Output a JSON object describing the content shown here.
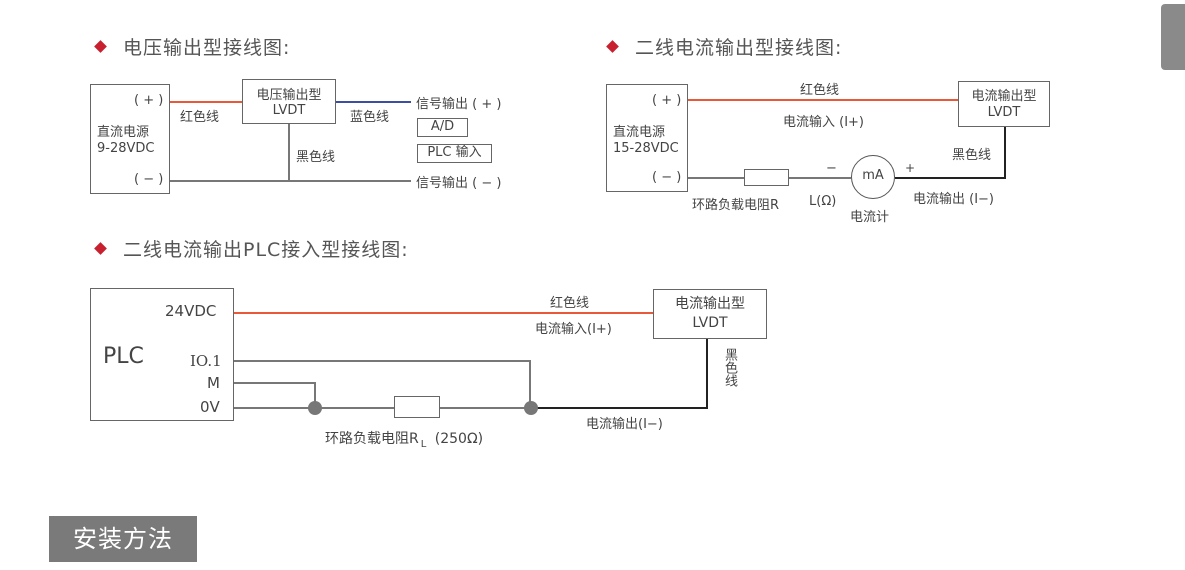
{
  "diagram1": {
    "heading": "电压输出型接线图:",
    "source_plus": "( + )",
    "source_name": "直流电源",
    "source_voltage": "9-28VDC",
    "source_minus": "( − )",
    "lvdt_title": "电压输出型",
    "lvdt_name": "LVDT",
    "red_wire": "红色线",
    "blue_wire": "蓝色线",
    "black_wire": "黑色线",
    "signal_plus": "信号输出 ( + )",
    "signal_minus": "信号输出 ( − )",
    "ad_box": "A/D",
    "plc_box": "PLC 输入"
  },
  "diagram2": {
    "heading": "二线电流输出型接线图:",
    "source_plus": "( + )",
    "source_name": "直流电源",
    "source_voltage": "15-28VDC",
    "source_minus": "( − )",
    "red_wire": "红色线",
    "current_in": "电流输入 (I+)",
    "lvdt_title": "电流输出型",
    "lvdt_name": "LVDT",
    "black_wire": "黑色线",
    "meter_minus": "−",
    "meter_plus": "+",
    "meter_label": "mA",
    "meter_name": "电流计",
    "load_resistor": "环路负载电阻R",
    "load_unit": "L(Ω)",
    "current_out": "电流输出 (I−)"
  },
  "diagram3": {
    "heading": "二线电流输出PLC接入型接线图:",
    "plc_name": "PLC",
    "pin_24v": "24VDC",
    "pin_io": "IO.1",
    "pin_m": "M",
    "pin_0v": "0V",
    "red_wire": "红色线",
    "current_in": "电流输入(I+)",
    "lvdt_title": "电流输出型",
    "lvdt_name": "LVDT",
    "black_wire": "黑色线",
    "load_resistor": "环路负载电阻R",
    "load_sub": "L",
    "load_value": "(250Ω)",
    "current_out": "电流输出(I−)"
  },
  "section_title": "安装方法",
  "colors": {
    "accent": "#c8202f",
    "red_wire": "#e8593a",
    "blue_wire": "#3c4ea0",
    "black_wire": "#222222",
    "gray_wire": "#777777"
  }
}
